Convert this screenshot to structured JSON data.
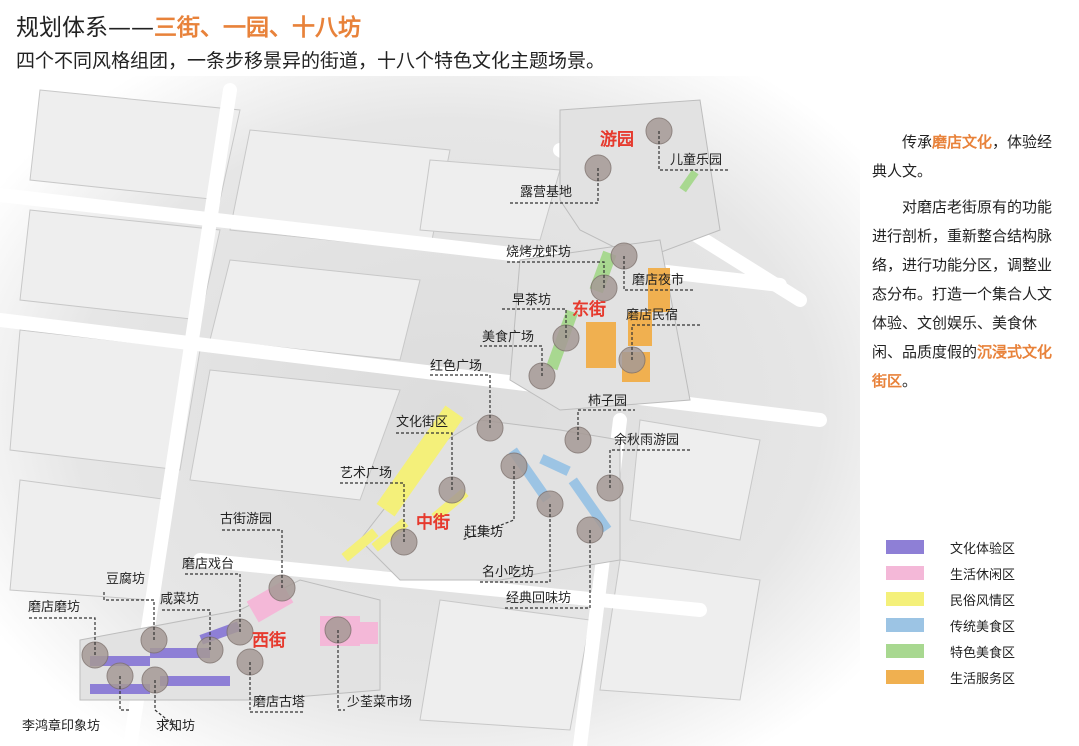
{
  "title": {
    "prefix": "规划体系——",
    "highlight": "三街、一园、十八坊"
  },
  "subtitle": "四个不同风格组团，一条步移景异的街道，十八个特色文化主题场景。",
  "description": {
    "p1_indent": "传承",
    "p1_hl": "磨店文化",
    "p1_rest": "，体验经典人文。",
    "p2_line1": "对磨店老街原有的",
    "p2_rest": "功能进行剖析，重新整合结构脉络，进行功能分区，调整业态分布。打造一个集合人文体验、文创娱乐、美食休闲、品质度假的",
    "p2_hl": "沉浸式文化街区",
    "p2_end": "。"
  },
  "districts": {
    "park": "游园",
    "east": "东街",
    "middle": "中街",
    "west": "西街"
  },
  "places": {
    "children": "儿童乐园",
    "camping": "露营基地",
    "bbq": "烧烤龙虾坊",
    "night_market": "磨店夜市",
    "tea": "早茶坊",
    "homestay": "磨店民宿",
    "food_square": "美食广场",
    "red_square": "红色广场",
    "persimmon": "柿子园",
    "culture_block": "文化街区",
    "yuqiuyu": "余秋雨游园",
    "art_square": "艺术广场",
    "market": "赶集坊",
    "old_street_park": "古街游园",
    "snacks": "名小吃坊",
    "classic_taste": "经典回味坊",
    "opera": "磨店戏台",
    "tofu": "豆腐坊",
    "pickles": "咸菜坊",
    "mill": "磨店磨坊",
    "lihongzhang": "李鸿章印象坊",
    "qiuzhi": "求知坊",
    "pagoda": "磨店古塔",
    "vegetable_market": "少荃菜市场"
  },
  "legend": [
    {
      "label": "文化体验区",
      "color": "#8e7fd6"
    },
    {
      "label": "生活休闲区",
      "color": "#f4b8d8"
    },
    {
      "label": "民俗风情区",
      "color": "#f4f07a"
    },
    {
      "label": "传统美食区",
      "color": "#9cc4e4"
    },
    {
      "label": "特色美食区",
      "color": "#a8d890"
    },
    {
      "label": "生活服务区",
      "color": "#f0b050"
    }
  ],
  "colors": {
    "highlight": "#e8823a",
    "district_label": "#e63a2e"
  }
}
